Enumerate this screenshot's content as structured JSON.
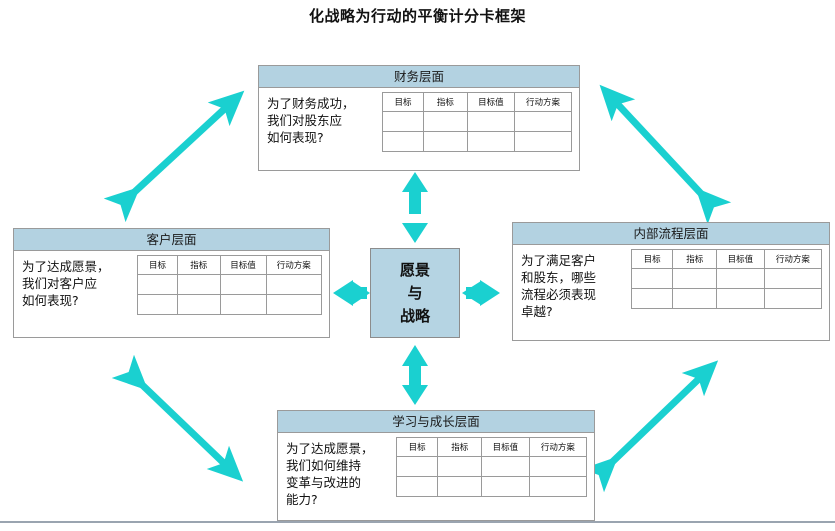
{
  "page": {
    "title": "化战略为行动的平衡计分卡框架",
    "accent_color": "#1ad0d0",
    "header_fill": "#b3d2e1",
    "center_fill": "#b5d4e3",
    "border_color": "#9a9a9a"
  },
  "center": {
    "name": "vision-and-strategy",
    "lines": [
      "愿景",
      "与",
      "战略"
    ]
  },
  "table": {
    "columns": [
      "目标",
      "指标",
      "目标值",
      "行动方案"
    ],
    "empty_rows": 2
  },
  "cards": [
    {
      "key": "financial",
      "header": "财务层面",
      "question": "为了财务成功，\n我们对股东应\n如何表现?"
    },
    {
      "key": "customer",
      "header": "客户层面",
      "question": "为了达成愿景，\n我们对客户应\n如何表现?"
    },
    {
      "key": "internal",
      "header": "内部流程层面",
      "question": "为了满足客户\n和股东，哪些\n流程必须表现\n卓越?"
    },
    {
      "key": "learning",
      "header": "学习与成长层面",
      "question": "为了达成愿景，\n我们如何维持\n变革与改进的\n能力?"
    }
  ]
}
